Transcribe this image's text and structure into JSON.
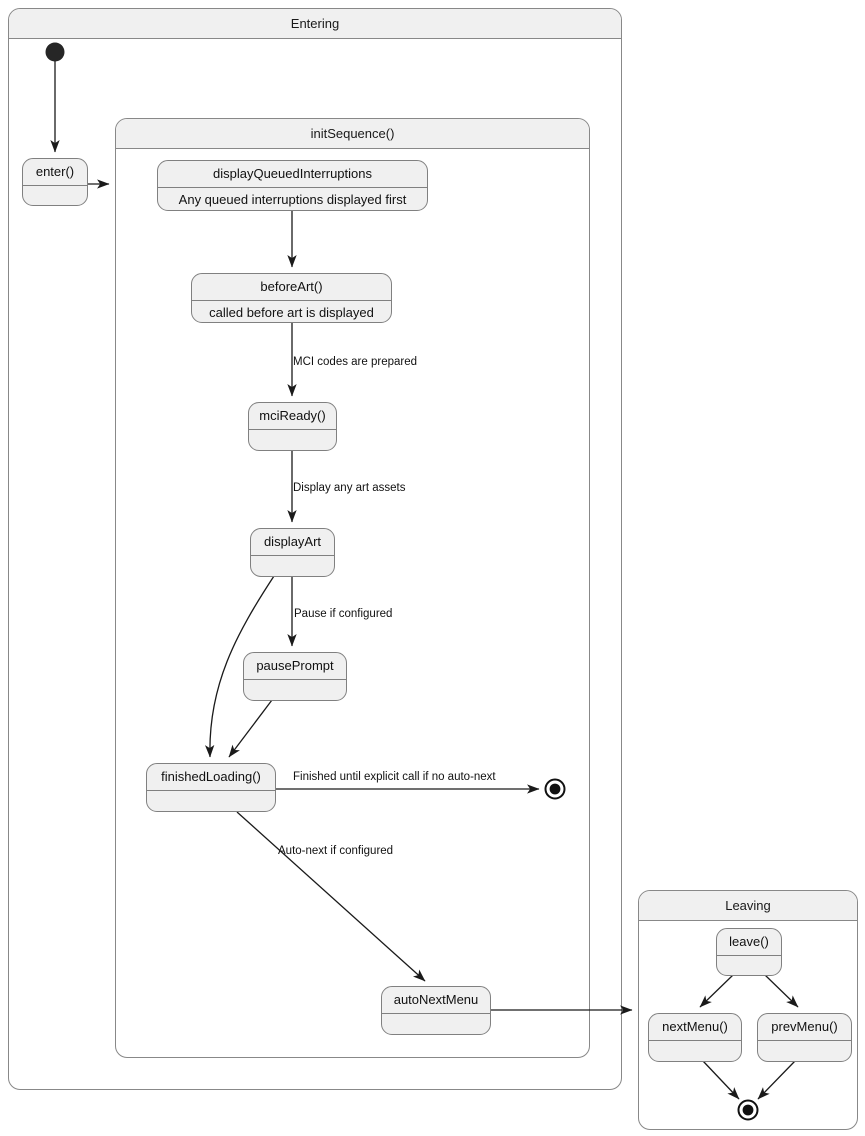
{
  "diagram": {
    "type": "uml-state-machine",
    "title": "",
    "colors": {
      "state_fill": "#f0f0f0",
      "state_stroke": "#808080",
      "frame_stroke": "#888888",
      "canvas": "#ffffff",
      "edge": "#1a1a1a",
      "text": "#111111"
    }
  },
  "composites": {
    "entering": {
      "label": "Entering"
    },
    "init_sequence": {
      "label": "initSequence()"
    },
    "leaving": {
      "label": "Leaving"
    }
  },
  "states": {
    "enter": {
      "name": "enter()",
      "body": ""
    },
    "display_queued_interruptions": {
      "name": "displayQueuedInterruptions",
      "body": "Any queued interruptions displayed first"
    },
    "before_art": {
      "name": "beforeArt()",
      "body": "called before art is displayed"
    },
    "mci_ready": {
      "name": "mciReady()",
      "body": ""
    },
    "display_art": {
      "name": "displayArt",
      "body": ""
    },
    "pause_prompt": {
      "name": "pausePrompt",
      "body": ""
    },
    "finished_loading": {
      "name": "finishedLoading()",
      "body": ""
    },
    "auto_next_menu": {
      "name": "autoNextMenu",
      "body": ""
    },
    "leave": {
      "name": "leave()",
      "body": ""
    },
    "next_menu": {
      "name": "nextMenu()",
      "body": ""
    },
    "prev_menu": {
      "name": "prevMenu()",
      "body": ""
    }
  },
  "transitions": [
    {
      "from": "initial",
      "to": "enter",
      "label": ""
    },
    {
      "from": "enter",
      "to": "init_sequence",
      "label": ""
    },
    {
      "from": "display_queued_interruptions",
      "to": "before_art",
      "label": ""
    },
    {
      "from": "before_art",
      "to": "mci_ready",
      "label": "MCI codes are prepared"
    },
    {
      "from": "mci_ready",
      "to": "display_art",
      "label": "Display any art assets"
    },
    {
      "from": "display_art",
      "to": "pause_prompt",
      "label": "Pause if configured"
    },
    {
      "from": "display_art",
      "to": "finished_loading",
      "label": ""
    },
    {
      "from": "pause_prompt",
      "to": "finished_loading",
      "label": ""
    },
    {
      "from": "finished_loading",
      "to": "final_entering",
      "label": "Finished until explicit call if no auto-next"
    },
    {
      "from": "finished_loading",
      "to": "auto_next_menu",
      "label": "Auto-next if configured"
    },
    {
      "from": "auto_next_menu",
      "to": "leaving",
      "label": ""
    },
    {
      "from": "leave",
      "to": "next_menu",
      "label": ""
    },
    {
      "from": "leave",
      "to": "prev_menu",
      "label": ""
    },
    {
      "from": "next_menu",
      "to": "final_leaving",
      "label": ""
    },
    {
      "from": "prev_menu",
      "to": "final_leaving",
      "label": ""
    }
  ],
  "edge_labels": {
    "mci_codes": "MCI codes are prepared",
    "display_art_assets": "Display any art assets",
    "pause_if_configured": "Pause if configured",
    "finished_until_explicit": "Finished until explicit call if no auto-next",
    "auto_next_if_configured": "Auto-next if configured"
  },
  "pseudostates": {
    "initial_entering": {
      "kind": "initial"
    },
    "final_entering": {
      "kind": "final"
    },
    "final_leaving": {
      "kind": "final"
    }
  }
}
